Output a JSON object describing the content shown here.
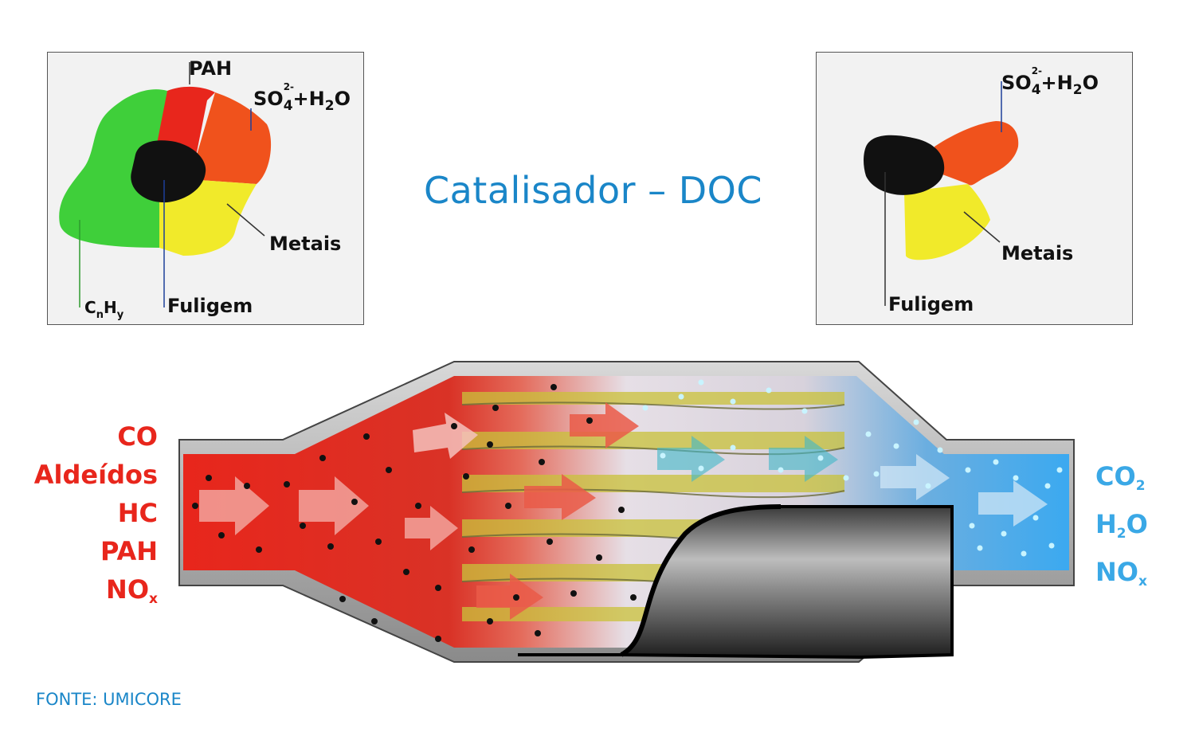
{
  "title": "Catalisador – DOC",
  "source": "FONTE: UMICORE",
  "colors": {
    "title_blue": "#1a86c8",
    "inlet_red": "#e8261c",
    "outlet_blue": "#3aa8e6",
    "soot_black": "#111111",
    "hc_green": "#3fcf3a",
    "pah_red": "#e8261c",
    "sulfate_orange": "#f0521c",
    "metals_yellow": "#f1ea2a"
  },
  "particle_before": {
    "labels": {
      "pah": "PAH",
      "sulfate": "SO",
      "sulfate_sub": "4",
      "sulfate_sup": "2-",
      "sulfate_rest": "+H",
      "sulfate_h_sub": "2",
      "sulfate_o": "O",
      "metals": "Metais",
      "soot": "Fuligem",
      "hc": "C",
      "hc_n": "n",
      "hc_h": "H",
      "hc_y": "y"
    }
  },
  "particle_after": {
    "labels": {
      "sulfate": "SO",
      "sulfate_sub": "4",
      "sulfate_sup": "2-",
      "sulfate_rest": "+H",
      "sulfate_h_sub": "2",
      "sulfate_o": "O",
      "metals": "Metais",
      "soot": "Fuligem"
    }
  },
  "inlet_gases": [
    {
      "text": "CO",
      "sub": ""
    },
    {
      "text": "Aldeídos",
      "sub": ""
    },
    {
      "text": "HC",
      "sub": ""
    },
    {
      "text": "PAH",
      "sub": ""
    },
    {
      "text": "NO",
      "sub": "x"
    }
  ],
  "outlet_gases": [
    {
      "text": "CO",
      "sub": "2",
      "after": ""
    },
    {
      "text": "H",
      "sub": "2",
      "after": "O"
    },
    {
      "text": "NO",
      "sub": "x",
      "after": ""
    }
  ]
}
